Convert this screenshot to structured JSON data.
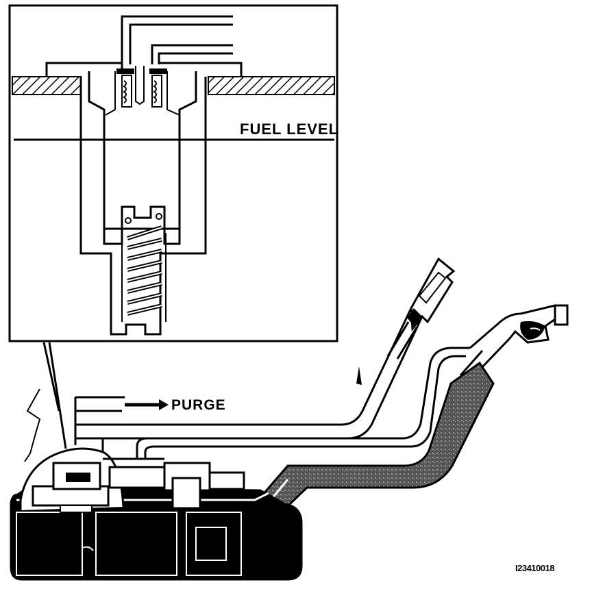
{
  "labels": {
    "fuel_level": "FUEL LEVEL",
    "purge": "PURGE",
    "figure_code": "I23410018"
  },
  "colors": {
    "ink": "#000000",
    "paper": "#ffffff",
    "filler_tube_fill": "#6b6b6b"
  }
}
